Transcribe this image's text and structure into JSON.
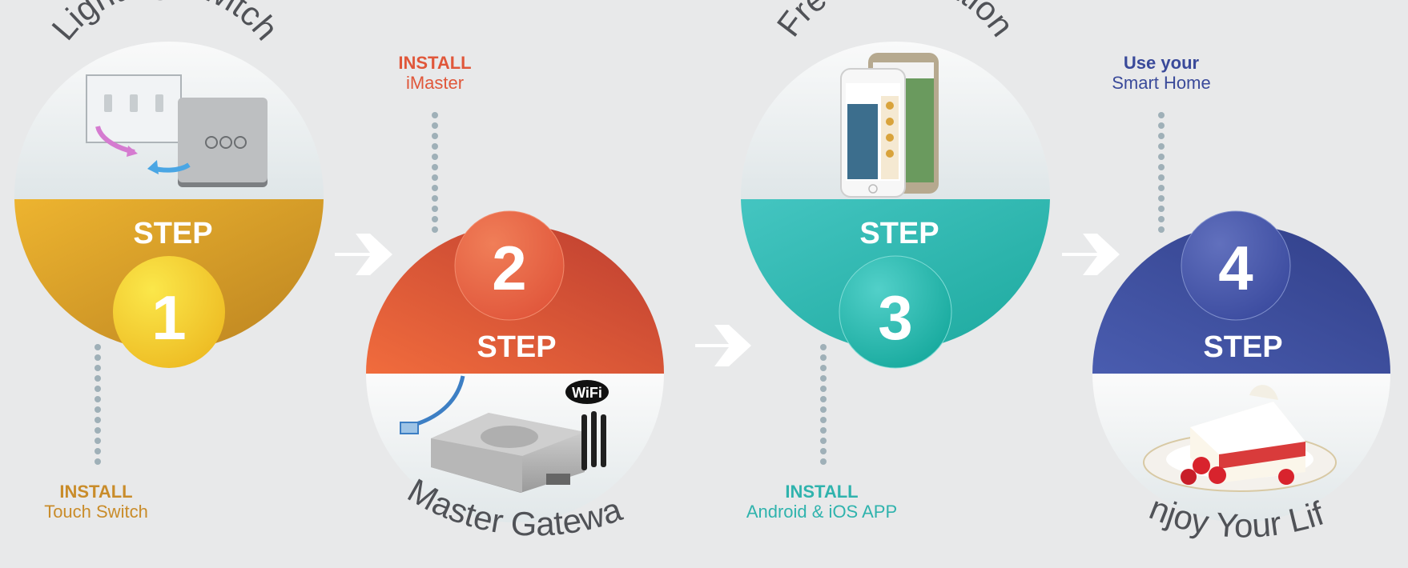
{
  "steps": [
    {
      "word": "STEP",
      "number": "1",
      "arc_label": "Lighting Switch",
      "caption_bold": "INSTALL",
      "caption_text": "Touch Switch",
      "caption_color": "#c98c2a"
    },
    {
      "word": "STEP",
      "number": "2",
      "arc_label": "iMaster Gateway",
      "caption_bold": "INSTALL",
      "caption_text": "iMaster",
      "caption_color": "#e0573a",
      "wifi_badge": "WiFi"
    },
    {
      "word": "STEP",
      "number": "3",
      "arc_label": "Free Application",
      "caption_bold": "INSTALL",
      "caption_text": "Android & iOS APP",
      "caption_color": "#2fb3ad"
    },
    {
      "word": "STEP",
      "number": "4",
      "arc_label": "Enjoy Your Life",
      "caption_bold": "Use your",
      "caption_text": "Smart Home",
      "caption_color": "#3a4a9a"
    }
  ],
  "icons": [
    "light-switch-panel-icon",
    "gateway-router-icon",
    "smartphone-app-icon",
    "cake-slice-icon",
    "arrow-right-icon"
  ],
  "colors": {
    "background": "#e8e9ea",
    "step1": "#e8ae2e",
    "step2": "#e2583b",
    "step3": "#3bbdb8",
    "step4": "#3a4b9e",
    "dots": "#9fb0b8",
    "arrow": "#ffffff"
  }
}
